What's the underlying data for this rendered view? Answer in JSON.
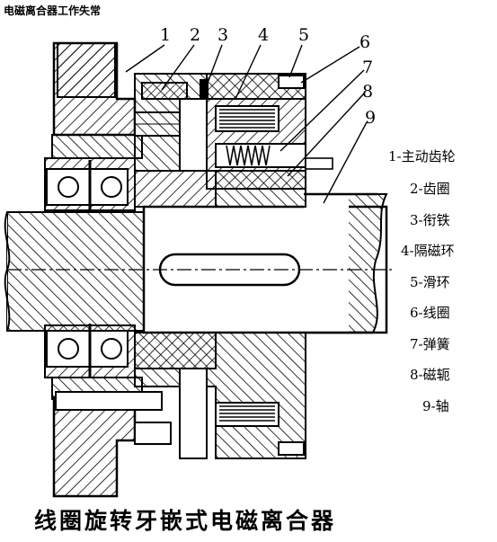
{
  "header": {
    "title": "电磁离合器工作失常"
  },
  "figure": {
    "caption": "线圈旋转牙嵌式电磁离合器",
    "callouts": [
      "1",
      "2",
      "3",
      "4",
      "5",
      "6",
      "7",
      "8",
      "9"
    ],
    "legend": [
      "1-主动齿轮",
      "2-齿圈",
      "3-衔铁",
      "4-隔磁环",
      "5-滑环",
      "6-线圈",
      "7-弹簧",
      "8-磁轭",
      "9-轴"
    ]
  }
}
